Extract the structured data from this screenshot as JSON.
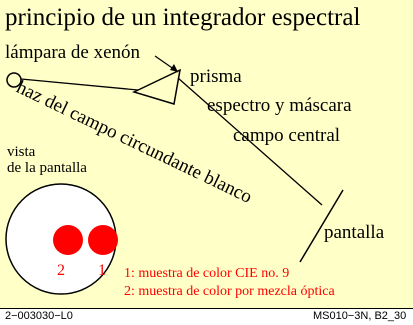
{
  "title": "principio de un integrador espectral",
  "labels": {
    "lamp": "lámpara de xenón",
    "prism": "prisma",
    "spectrum": "espectro y máscara",
    "central_field": "campo central",
    "beam": "haz del campo circundante blanco",
    "screen": "pantalla",
    "view_line1": "vista",
    "view_line2": "de la pantalla",
    "dot2": "2",
    "dot1": "1"
  },
  "legend": {
    "item1": "1: muestra de color CIE no. 9",
    "item2": "2: muestra de color por mezcla óptica"
  },
  "footer": {
    "left": "2−003030−L0",
    "right": "MS010−3N, B2_30"
  },
  "colors": {
    "background": "#ffffc8",
    "sample_red": "#ff0000"
  }
}
